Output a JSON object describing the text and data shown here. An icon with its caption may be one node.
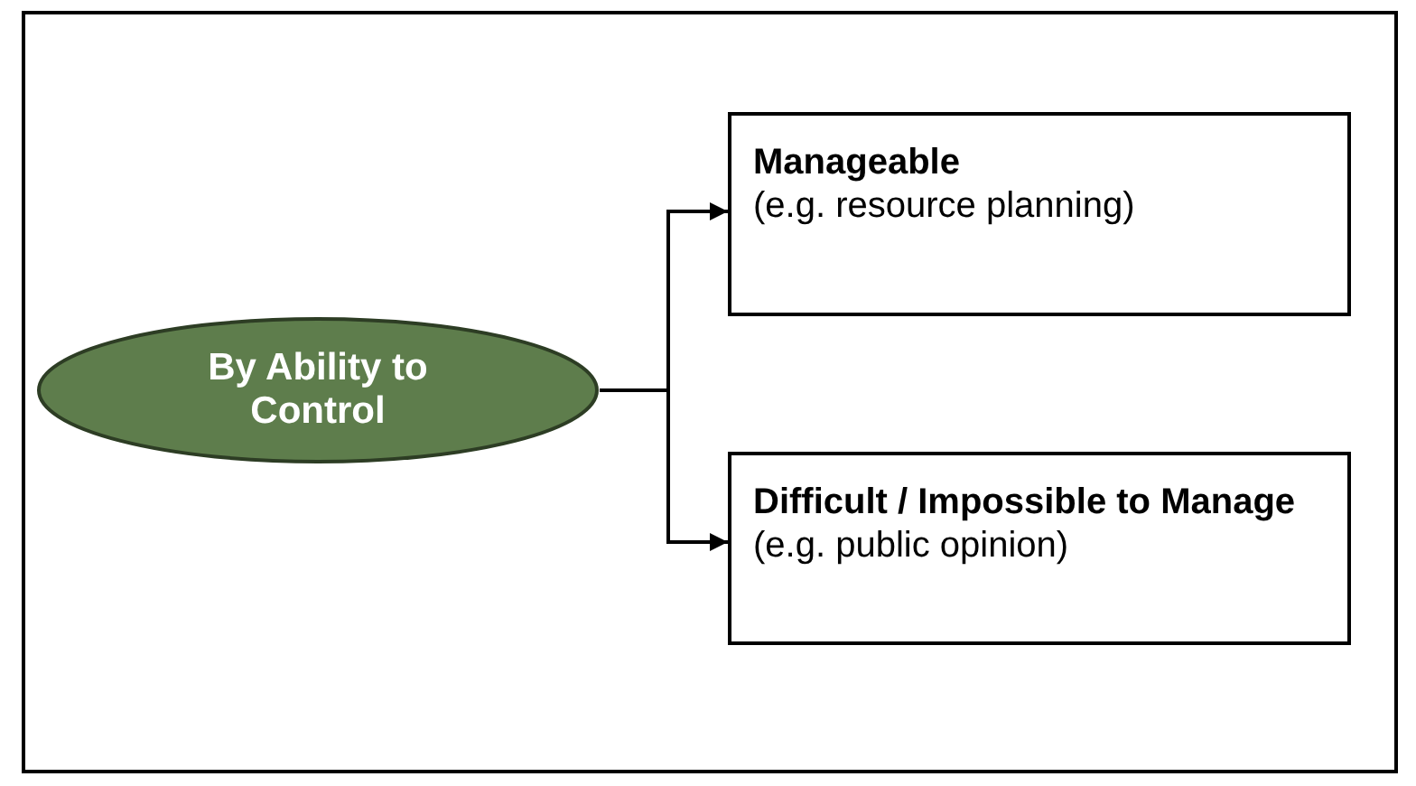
{
  "diagram": {
    "nodes": [
      {
        "text": [
          "By Ability to Control"
        ]
      },
      {
        "text": [
          "Manageable",
          "(e.g. resource planning)"
        ]
      },
      {
        "text": [
          "Difficult / Impossible to Manage",
          "(e.g. public opinion)"
        ]
      }
    ],
    "edges": [
      {
        "from": 0,
        "to": 1,
        "arrow": "to"
      },
      {
        "from": 0,
        "to": 2,
        "arrow": "to"
      }
    ]
  }
}
